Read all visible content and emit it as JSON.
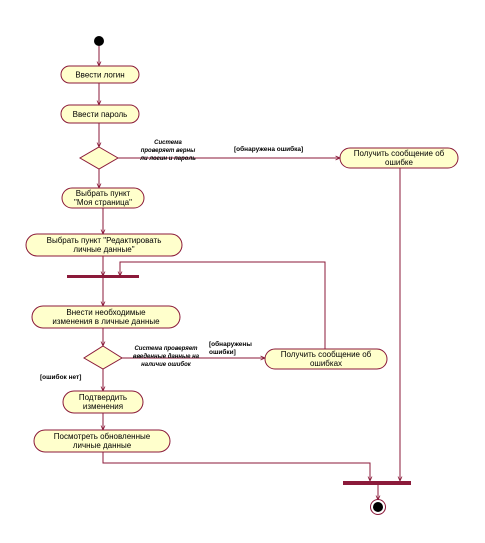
{
  "colors": {
    "line": "#8b1a3a",
    "node_fill": "#ffffcc",
    "bar": "#8b1a3a",
    "dot": "#000000"
  },
  "activities": {
    "enter_login": "Ввести логин",
    "enter_password": "Ввести пароль",
    "choose_my_page": [
      "Выбрать пункт",
      "\"Моя страница\""
    ],
    "choose_edit": [
      "Выбрать пункт \"Редактировать",
      "личные данные\""
    ],
    "make_changes": [
      "Внести необходимые",
      "изменения в личные данные"
    ],
    "confirm_changes": [
      "Подтвердить",
      "изменения"
    ],
    "view_updated": [
      "Посмотреть обновленные",
      "личные данные"
    ],
    "error_message_1": [
      "Получить сообщение об",
      "ошибке"
    ],
    "error_message_2": [
      "Получить сообщение об",
      "ошибках"
    ]
  },
  "conditions": {
    "check_login": [
      "Система",
      "проверяет верны",
      "ли логин и пароль"
    ],
    "check_data": [
      "Система проверяет",
      "введенные данные на",
      "наличие ошибок"
    ]
  },
  "guards": {
    "error_found": "[обнаружена ошибка]",
    "errors_found": [
      "[обнаружены",
      "ошибки]"
    ],
    "no_errors": "[ошибок нет]"
  }
}
